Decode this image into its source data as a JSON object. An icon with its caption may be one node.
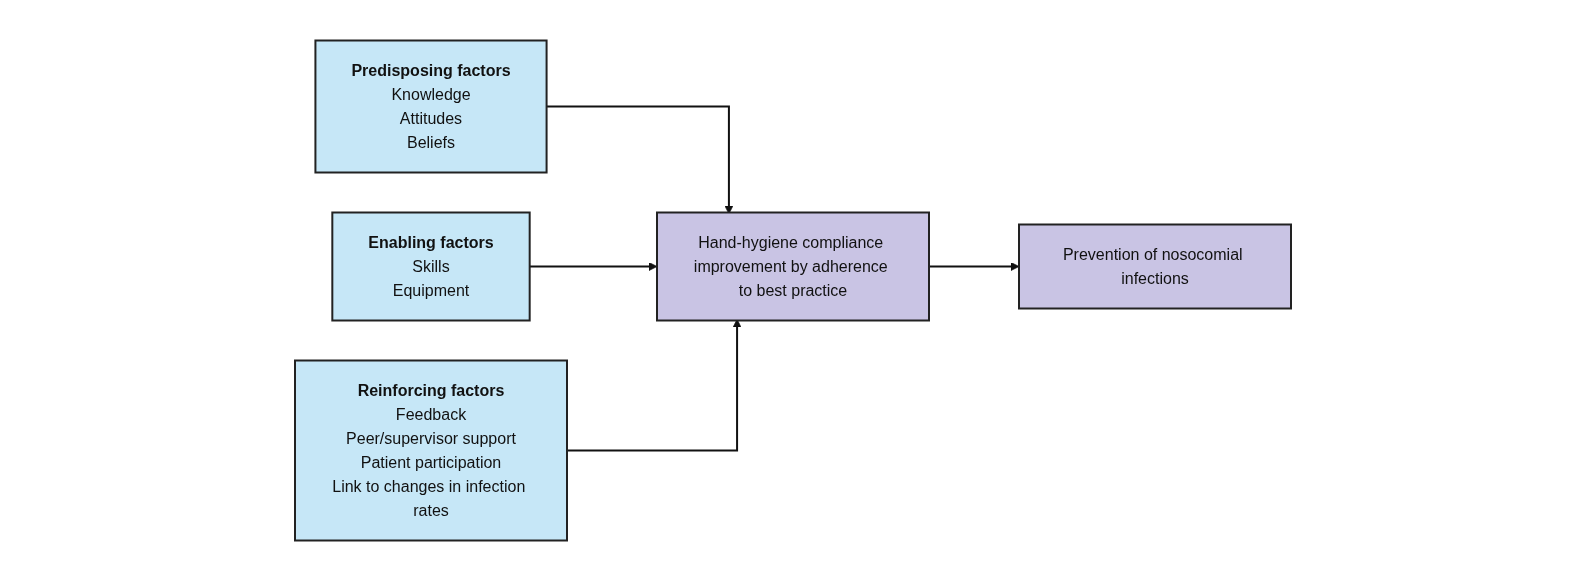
{
  "diagram": {
    "nodes": [
      {
        "text": [
          "Predisposing factors",
          "Knowledge",
          "Attitudes",
          "Beliefs"
        ]
      },
      {
        "text": [
          "Enabling factors",
          "Skills",
          "Equipment"
        ]
      },
      {
        "text": [
          "Reinforcing factors",
          "Feedback",
          "Peer/supervisor support",
          "Patient participation",
          "Link to changes in infection rates"
        ]
      },
      {
        "text": [
          "Hand-hygiene compliance improvement by adherence to best practice"
        ]
      },
      {
        "text": [
          "Prevention of nosocomial infections"
        ]
      }
    ],
    "edges": [
      {
        "from": 0,
        "to": 3,
        "arrow": "to"
      },
      {
        "from": 1,
        "to": 3,
        "arrow": "to"
      },
      {
        "from": 2,
        "to": 3,
        "arrow": "to"
      },
      {
        "from": 3,
        "to": 4,
        "arrow": "to"
      }
    ]
  }
}
